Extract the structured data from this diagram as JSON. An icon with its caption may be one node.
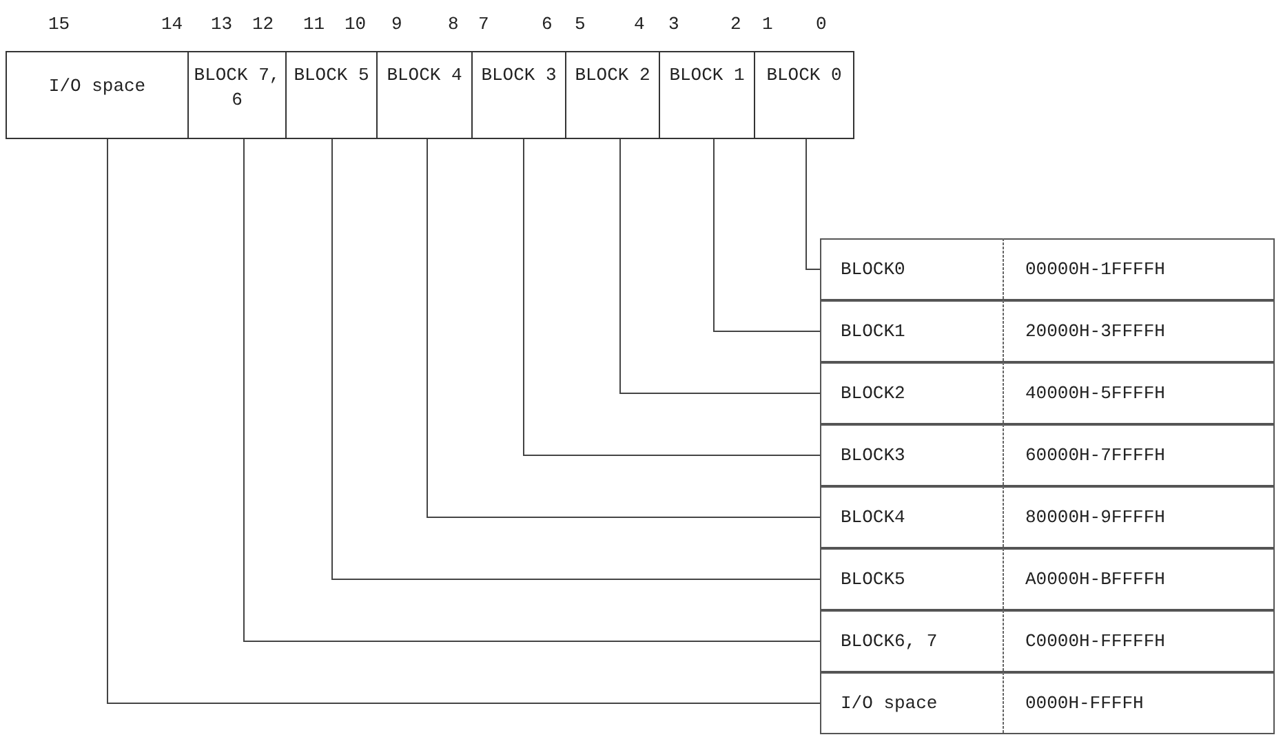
{
  "diagram": {
    "nodes": [
      {
        "text": [
          "I/O space"
        ]
      },
      {
        "text": [
          "BLOCK 7, 6"
        ]
      },
      {
        "text": [
          "BLOCK 5"
        ]
      },
      {
        "text": [
          "BLOCK 4"
        ]
      },
      {
        "text": [
          "BLOCK 3"
        ]
      },
      {
        "text": [
          "BLOCK 2"
        ]
      },
      {
        "text": [
          "BLOCK 1"
        ]
      },
      {
        "text": [
          "BLOCK 0"
        ]
      },
      {
        "text": [
          "BLOCK0",
          "00000H-1FFFFH"
        ]
      },
      {
        "text": [
          "BLOCK1",
          "20000H-3FFFFH"
        ]
      },
      {
        "text": [
          "BLOCK2",
          "40000H-5FFFFH"
        ]
      },
      {
        "text": [
          "BLOCK3",
          "60000H-7FFFFH"
        ]
      },
      {
        "text": [
          "BLOCK4",
          "80000H-9FFFFH"
        ]
      },
      {
        "text": [
          "BLOCK5",
          "A0000H-BFFFFH"
        ]
      },
      {
        "text": [
          "BLOCK6, 7",
          "C0000H-FFFFFH"
        ]
      },
      {
        "text": [
          "I/O space",
          "0000H-FFFFH"
        ]
      }
    ],
    "edges": [
      {
        "from": 7,
        "to": 8,
        "arrow": "none"
      },
      {
        "from": 6,
        "to": 9,
        "arrow": "none"
      },
      {
        "from": 5,
        "to": 10,
        "arrow": "none"
      },
      {
        "from": 4,
        "to": 11,
        "arrow": "none"
      },
      {
        "from": 3,
        "to": 12,
        "arrow": "none"
      },
      {
        "from": 2,
        "to": 13,
        "arrow": "none"
      },
      {
        "from": 1,
        "to": 14,
        "arrow": "none"
      },
      {
        "from": 0,
        "to": 15,
        "arrow": "none"
      }
    ],
    "labels": [
      "15",
      "14",
      "13",
      "12",
      "11",
      "10",
      "9",
      "8",
      "7",
      "6",
      "5",
      "4",
      "3",
      "2",
      "1",
      "0"
    ]
  }
}
